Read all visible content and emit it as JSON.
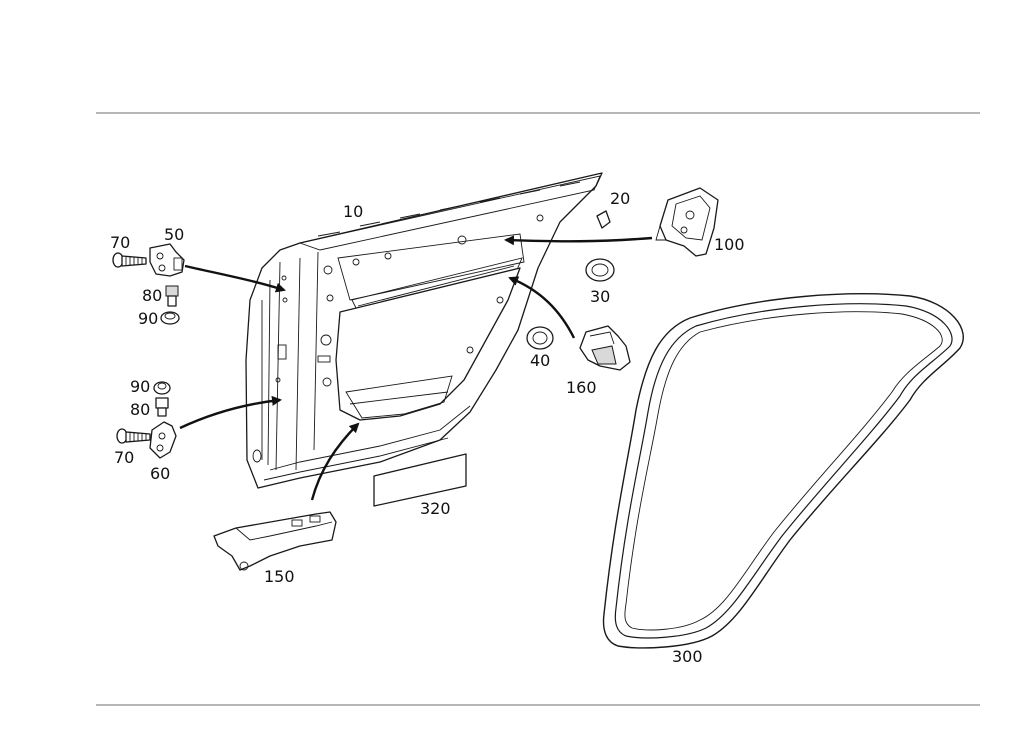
{
  "diagram": {
    "callouts": {
      "p10": "10",
      "p20": "20",
      "p30": "30",
      "p40": "40",
      "p50": "50",
      "p60": "60",
      "p70_top": "70",
      "p70_bottom": "70",
      "p80_top": "80",
      "p80_bottom": "80",
      "p90_top": "90",
      "p90_bottom": "90",
      "p100": "100",
      "p150": "150",
      "p160": "160",
      "p300": "300",
      "p320": "320"
    }
  }
}
